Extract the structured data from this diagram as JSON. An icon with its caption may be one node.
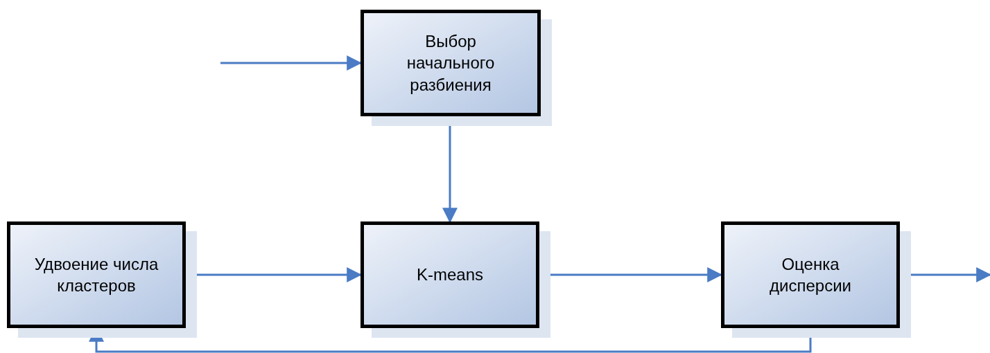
{
  "diagram": {
    "nodes": [
      {
        "text": [
          "Выбор начального разбиения"
        ]
      },
      {
        "text": [
          "Удвоение числа кластеров"
        ]
      },
      {
        "text": [
          "K-means"
        ]
      },
      {
        "text": [
          "Оценка дисперсии"
        ]
      }
    ],
    "edges": [
      {
        "from": null,
        "to": 0,
        "arrow": "to"
      },
      {
        "from": 0,
        "to": 2,
        "arrow": "to"
      },
      {
        "from": 1,
        "to": 2,
        "arrow": "to"
      },
      {
        "from": 2,
        "to": 3,
        "arrow": "to"
      },
      {
        "from": 3,
        "to": null,
        "arrow": "to"
      },
      {
        "from": 3,
        "to": 1,
        "arrow": "to"
      }
    ]
  }
}
